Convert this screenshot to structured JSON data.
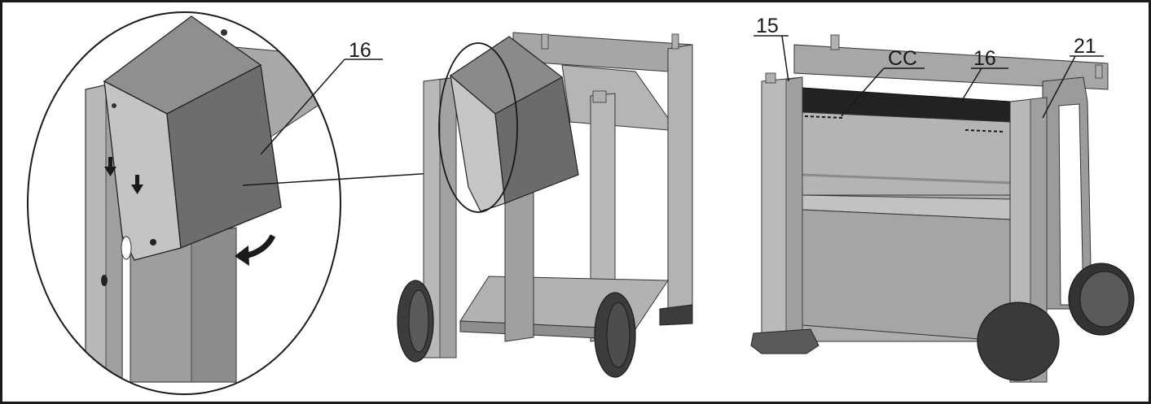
{
  "labels": {
    "detail_part": "16",
    "part_left_post": "15",
    "screw": "CC",
    "part_back_panel": "16",
    "part_right_post": "21"
  },
  "colors": {
    "outline": "#1a1a1a",
    "steel_light": "#b8b8b8",
    "steel_mid": "#a3a3a3",
    "steel_dark": "#8c8c8c",
    "panel_dark": "#6e6e6e",
    "panel_darker": "#555555",
    "wheel": "#3c3c3c",
    "black_strip": "#222222"
  },
  "icons": [
    "arrow-down-icon",
    "curved-arrow-icon"
  ]
}
